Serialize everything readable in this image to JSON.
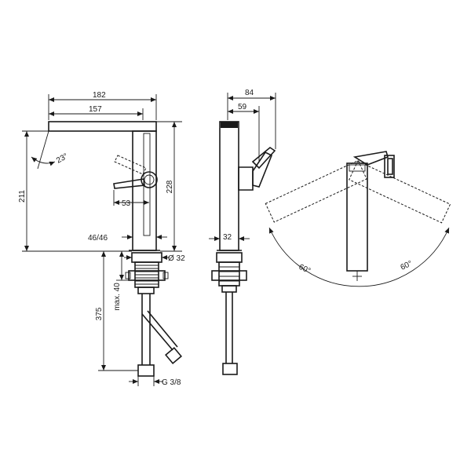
{
  "dimensions": {
    "width_182": "182",
    "width_157": "157",
    "angle_23": "23°",
    "height_211": "211",
    "height_228": "228",
    "handle_53": "53",
    "offset_46": "46/46",
    "dia_32": "Ø 32",
    "depth_375": "375",
    "max_40": "max. 40",
    "thread": "G 3/8",
    "side_84": "84",
    "side_59": "59",
    "side_32": "32",
    "swivel_left": "60°",
    "swivel_right": "60°"
  },
  "colors": {
    "line": "#1a1a1a",
    "background": "#ffffff"
  }
}
